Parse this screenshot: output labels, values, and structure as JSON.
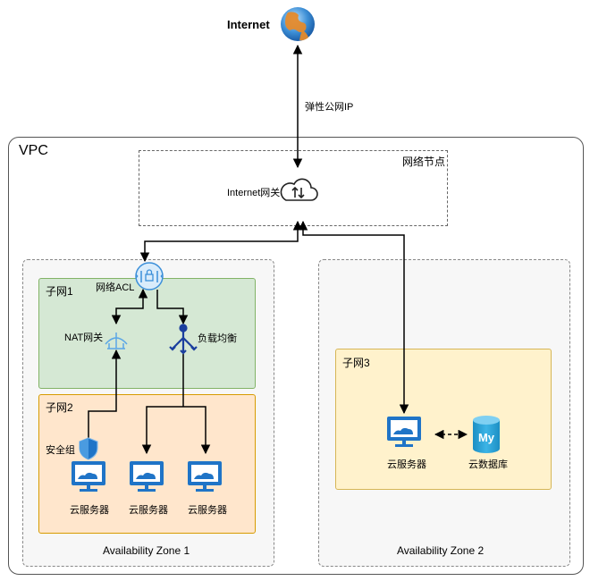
{
  "internet": {
    "label": "Internet"
  },
  "eip": {
    "label": "弹性公网IP"
  },
  "vpc": {
    "label": "VPC"
  },
  "network_node": {
    "label": "网络节点"
  },
  "igw": {
    "label": "Internet网关"
  },
  "az1": {
    "label": "Availability Zone 1",
    "subnet1": {
      "label": "子网1",
      "acl": "网络ACL",
      "nat": "NAT网关",
      "lb": "负载均衡"
    },
    "subnet2": {
      "label": "子网2",
      "sg": "安全组",
      "servers": [
        "云服务器",
        "云服务器",
        "云服务器"
      ]
    }
  },
  "az2": {
    "label": "Availability Zone 2",
    "subnet3": {
      "label": "子网3",
      "server": "云服务器",
      "db": "云数据库",
      "db_badge": "My"
    }
  },
  "colors": {
    "subnet1_fill": "#d5e8d4",
    "subnet2_fill": "#ffe6cc",
    "subnet3_fill": "#fff2cc",
    "icon_blue": "#1f74c7",
    "db_blue": "#29a3d6"
  }
}
